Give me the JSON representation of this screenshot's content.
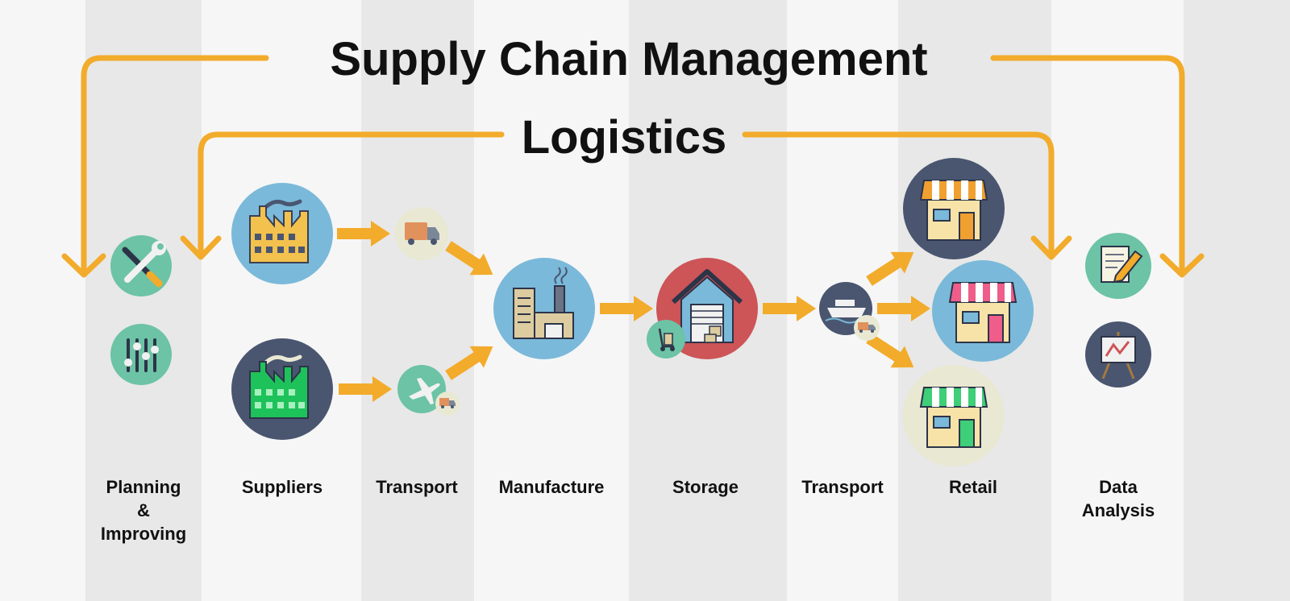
{
  "titles": {
    "supply_chain": "Supply Chain Management",
    "logistics": "Logistics"
  },
  "stages": [
    {
      "key": "planning",
      "line1": "Planning",
      "line2": "&",
      "line3": "Improving"
    },
    {
      "key": "suppliers",
      "line1": "Suppliers"
    },
    {
      "key": "transport-in",
      "line1": "Transport"
    },
    {
      "key": "manufacture",
      "line1": "Manufacture"
    },
    {
      "key": "storage",
      "line1": "Storage"
    },
    {
      "key": "transport-out",
      "line1": "Transport"
    },
    {
      "key": "retail",
      "line1": "Retail"
    },
    {
      "key": "data-analysis",
      "line1": "Data",
      "line2": "Analysis"
    }
  ],
  "colors": {
    "arrow": "#f2ab2b",
    "teal": "#6cc3a5",
    "blue": "#7ab9d9",
    "slate": "#4a5670",
    "red": "#cd5457",
    "beige": "#e9e8d3",
    "stripe_light": "#f6f6f6",
    "stripe_dark": "#e8e8e8"
  },
  "icons": [
    "wrench-screwdriver-icon",
    "sliders-icon",
    "factory-yellow-icon",
    "factory-green-icon",
    "truck-icon",
    "airplane-icon",
    "mini-truck-icon",
    "manufacturing-plant-icon",
    "warehouse-icon",
    "hand-truck-icon",
    "ship-icon",
    "store-orange-icon",
    "store-pink-icon",
    "store-green-icon",
    "document-pencil-icon",
    "chart-easel-icon"
  ]
}
